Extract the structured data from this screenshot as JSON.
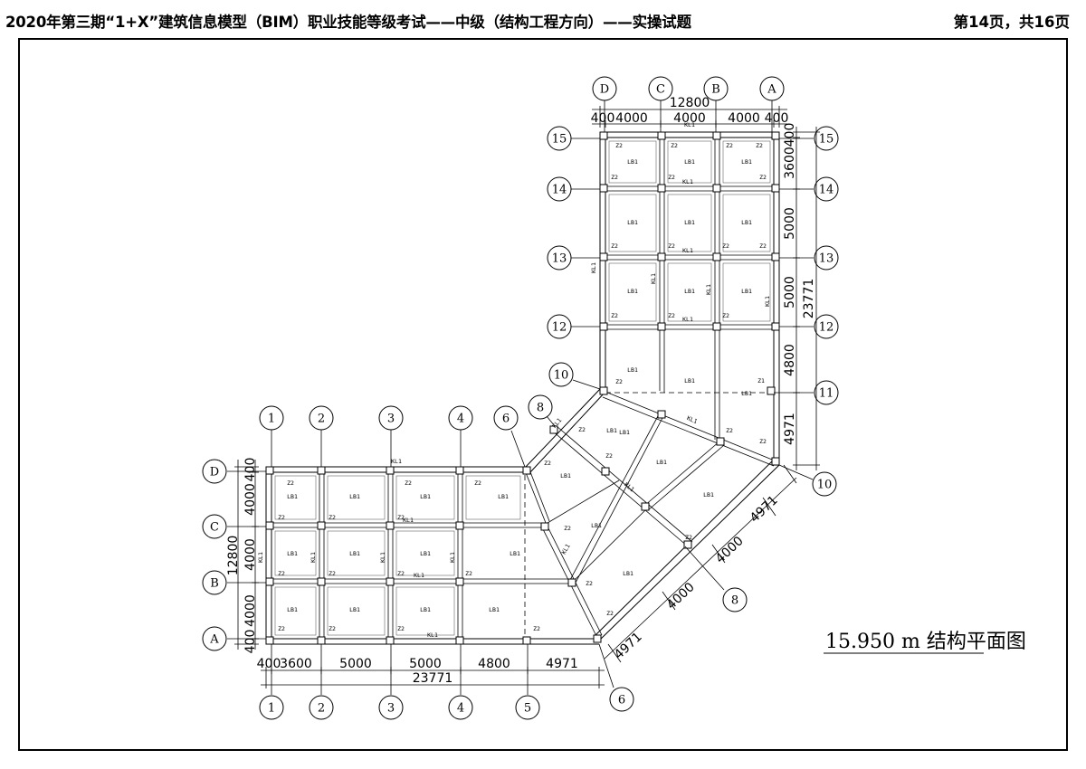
{
  "header": {
    "title": "2020年第三期“1+X”建筑信息模型（BIM）职业技能等级考试——中级（结构工程方向）——实操试题",
    "page": "第14页，共16页"
  },
  "drawing": {
    "caption": "15.950 m 结构平面图",
    "slab_label": "LB1",
    "beam_label": "KL1",
    "column_labels": [
      "Z2",
      "Z1"
    ],
    "axes_vertical_wing": [
      "D",
      "C",
      "B",
      "A"
    ],
    "axes_horizontal_wing_top": [
      "1",
      "2",
      "3",
      "4",
      "6"
    ],
    "axes_horizontal_wing_bottom": [
      "1",
      "2",
      "3",
      "4",
      "5",
      "6"
    ],
    "axes_vertical_wing_rows": [
      "15",
      "14",
      "13",
      "12",
      "11",
      "10"
    ],
    "axes_horizontal_wing_rows": [
      "D",
      "C",
      "B",
      "A"
    ],
    "axes_diagonal": [
      "8",
      "10",
      "8",
      "6"
    ],
    "dims_top": {
      "total": "12800",
      "parts": [
        "400",
        "4000",
        "4000",
        "4000",
        "400"
      ]
    },
    "dims_right": {
      "total": "23771",
      "parts": [
        "400",
        "3600",
        "5000",
        "5000",
        "4800",
        "4971"
      ]
    },
    "dims_bottom": {
      "total": "23771",
      "parts": [
        "400",
        "3600",
        "5000",
        "5000",
        "4800",
        "4971"
      ]
    },
    "dims_left": {
      "total": "12800",
      "parts": [
        "400",
        "4000",
        "4000",
        "4000",
        "400"
      ]
    },
    "dims_diagonal": [
      "4971",
      "4000",
      "4000",
      "4971"
    ]
  }
}
